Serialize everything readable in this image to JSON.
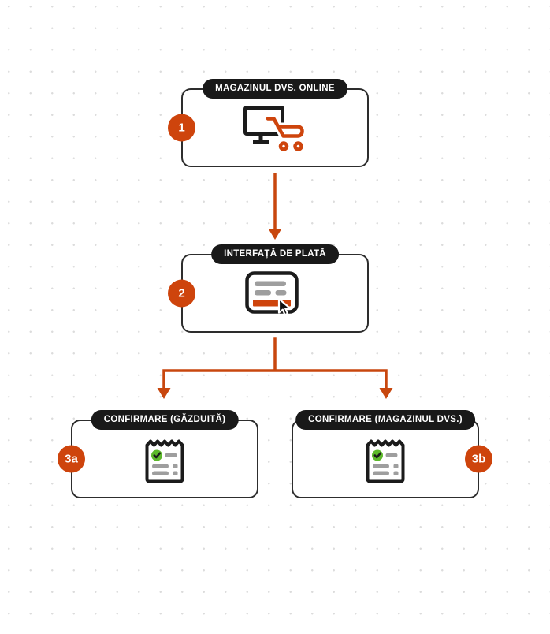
{
  "diagram": {
    "nodes": [
      {
        "badge": "1",
        "label": "MAGAZINUL DVS. ONLINE",
        "icon": "monitor-cart-icon"
      },
      {
        "badge": "2",
        "label": "INTERFAȚĂ DE PLATĂ",
        "icon": "payment-form-cursor-icon"
      },
      {
        "badge": "3a",
        "label": "CONFIRMARE (GĂZDUITĂ)",
        "icon": "receipt-check-icon"
      },
      {
        "badge": "3b",
        "label": "CONFIRMARE (MAGAZINUL DVS.)",
        "icon": "receipt-check-icon"
      }
    ],
    "edges": [
      {
        "from": "1",
        "to": "2"
      },
      {
        "from": "2",
        "to": "3a"
      },
      {
        "from": "2",
        "to": "3b"
      }
    ],
    "colors": {
      "accent_orange": "#CE440C",
      "arrow_orange": "#C8470E",
      "pill_black": "#191919",
      "node_border": "#2D2D2D",
      "icon_black": "#1B1B1B",
      "bar_gray": "#9E9E9E",
      "check_green": "#5CB82A",
      "grid_dot": "#DCDCDC",
      "background": "#FFFFFF"
    }
  }
}
